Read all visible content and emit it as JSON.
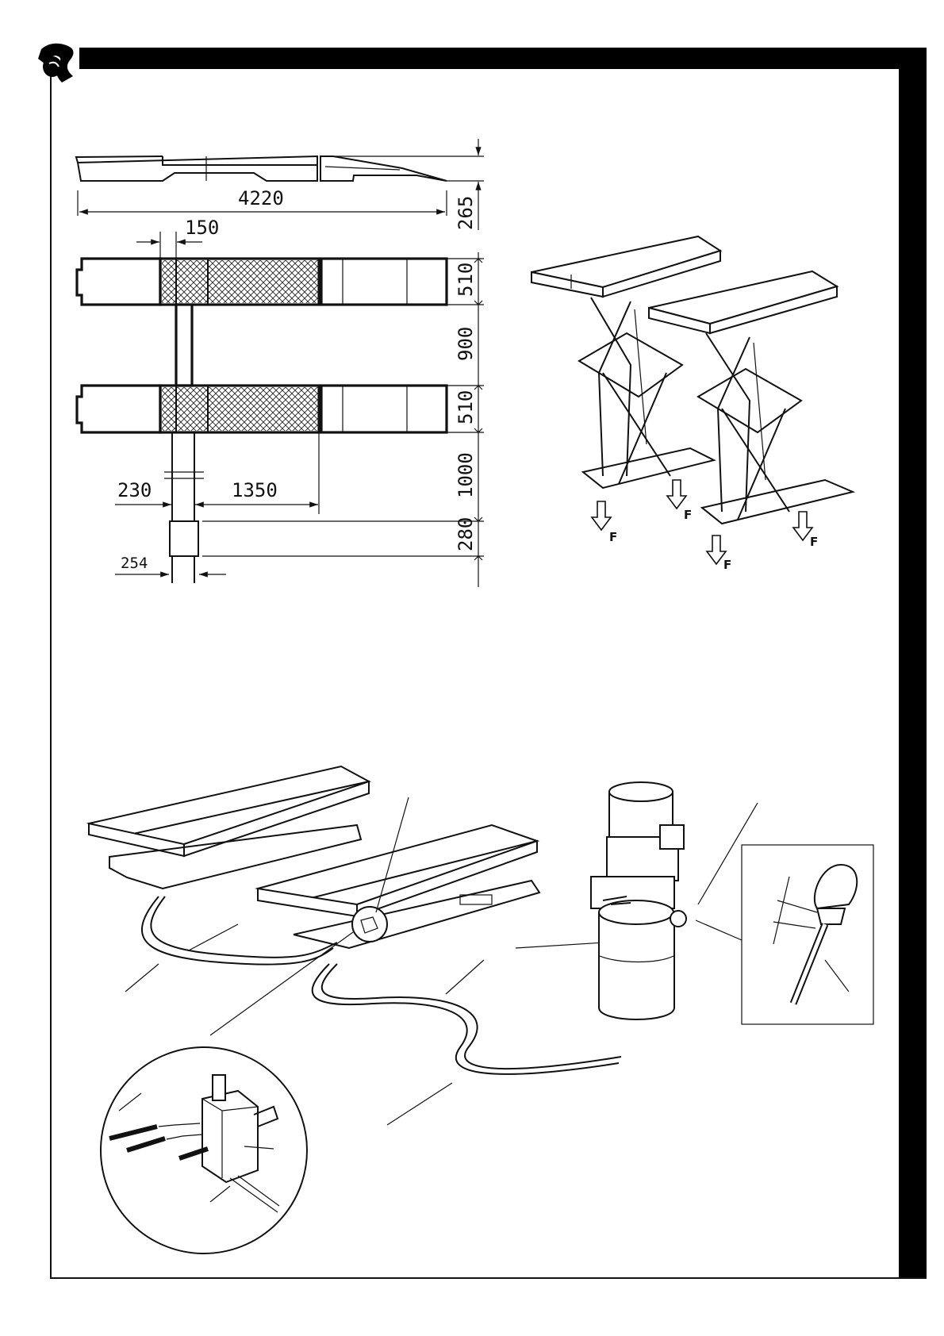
{
  "dimensions": {
    "overall_length": "4220",
    "platform_height": "265",
    "offset_top": "150",
    "platform_width_1": "510",
    "gap": "900",
    "platform_width_2": "510",
    "gap_2": "1000",
    "base_height": "280",
    "left_offset": "230",
    "extension": "1350",
    "post_width": "254"
  },
  "force_label": "F"
}
